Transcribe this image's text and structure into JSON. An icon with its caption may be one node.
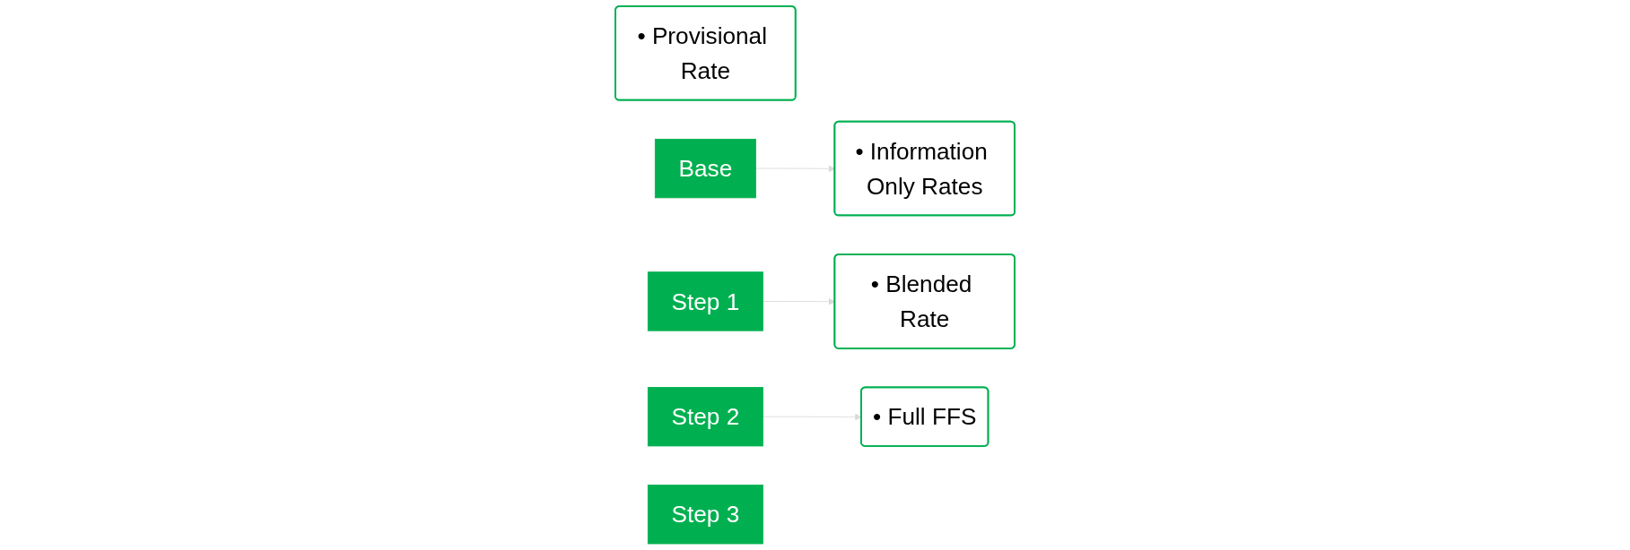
{
  "diagram": {
    "nodes": [
      {
        "text": [
          "• Provisional Rate"
        ]
      },
      {
        "text": [
          "Base"
        ]
      },
      {
        "text": [
          "Step 1"
        ]
      },
      {
        "text": [
          "• Information Only Rates"
        ]
      },
      {
        "text": [
          "• Blended Rate"
        ]
      },
      {
        "text": [
          "Step 2"
        ]
      },
      {
        "text": [
          "Step 3"
        ]
      },
      {
        "text": [
          "• Full FFS"
        ]
      }
    ],
    "edges": [
      {
        "from": 1,
        "to": 3,
        "arrow": "to",
        "color": "#d9d9d9"
      },
      {
        "from": 2,
        "to": 4,
        "arrow": "to",
        "color": "#d9d9d9"
      },
      {
        "from": 5,
        "to": 7,
        "arrow": "to",
        "color": "#d9d9d9"
      }
    ]
  }
}
